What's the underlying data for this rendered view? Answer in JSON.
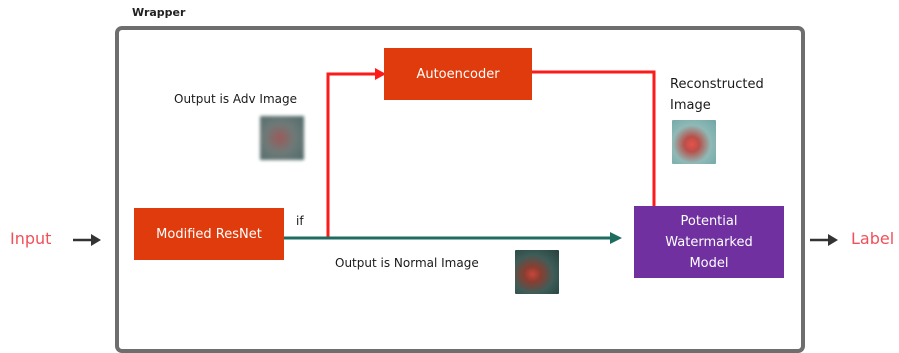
{
  "wrapper": {
    "label": "Wrapper"
  },
  "input": {
    "label": "Input"
  },
  "output": {
    "label": "Label"
  },
  "modified_resnet": {
    "label": "Modified ResNet"
  },
  "autoencoder": {
    "label": "Autoencoder"
  },
  "model": {
    "line1": "Potential",
    "line2": "Watermarked",
    "line3": "Model"
  },
  "branch": {
    "if_label": "if"
  },
  "adv_path": {
    "caption": "Output is Adv Image"
  },
  "normal_path": {
    "caption": "Output is Normal Image"
  },
  "reconstructed": {
    "line1": "Reconstructed",
    "line2": "Image"
  },
  "colors": {
    "box_orange": "#e03b0c",
    "box_purple": "#7030a0",
    "arrow_red": "#ff1a1a",
    "arrow_teal": "#1e6b60",
    "io_text": "#f0505a",
    "wrapper_border": "#6e6e6e"
  }
}
